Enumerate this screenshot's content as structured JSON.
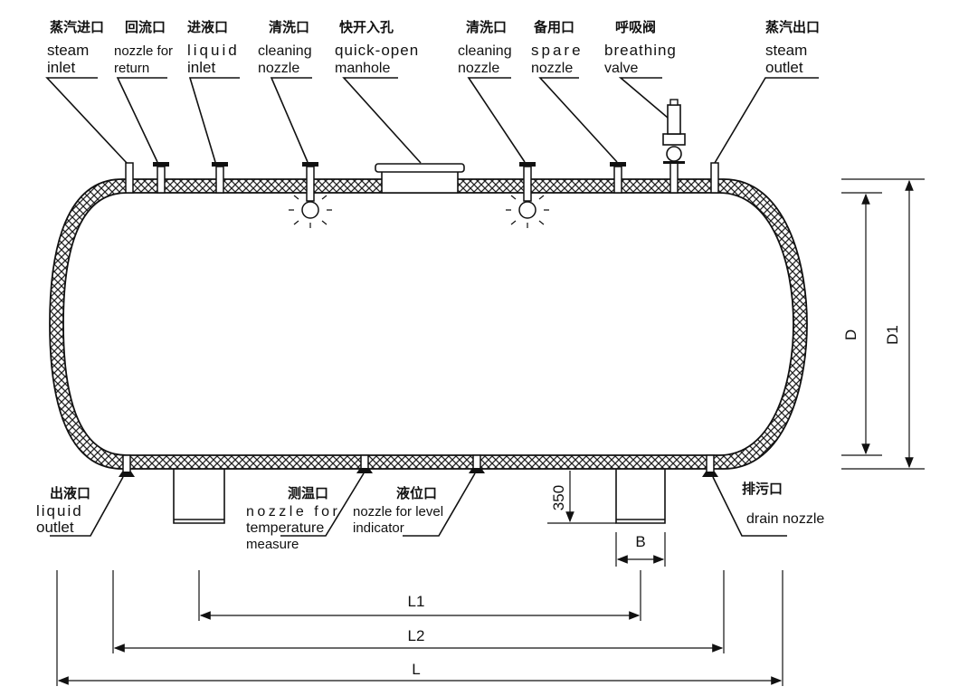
{
  "top_labels": [
    {
      "cn": "蒸汽进口",
      "en1": "steam",
      "en2": "inlet"
    },
    {
      "cn": "回流口",
      "en1": "nozzle for",
      "en2": "return"
    },
    {
      "cn": "进液口",
      "en1": "liquid",
      "en2": "inlet"
    },
    {
      "cn": "清洗口",
      "en1": "cleaning",
      "en2": "nozzle"
    },
    {
      "cn": "快开入孔",
      "en1": "quick-open",
      "en2": "manhole"
    },
    {
      "cn": "清洗口",
      "en1": "cleaning",
      "en2": "nozzle"
    },
    {
      "cn": "备用口",
      "en1": "spare",
      "en2": "nozzle"
    },
    {
      "cn": "呼吸阀",
      "en1": "breathing",
      "en2": "valve"
    },
    {
      "cn": "蒸汽出口",
      "en1": "steam",
      "en2": "outlet"
    }
  ],
  "bottom_labels": [
    {
      "cn": "出液口",
      "en1": "liquid",
      "en2": "outlet"
    },
    {
      "cn": "测温口",
      "en1": "nozzle for",
      "en2": "temperature",
      "en3": "measure"
    },
    {
      "cn": "液位口",
      "en1": "nozzle for level",
      "en2": "indicator"
    },
    {
      "cn": "排污口",
      "en1": "drain nozzle"
    }
  ],
  "dimensions": {
    "D": "D",
    "D1": "D1",
    "h350": "350",
    "B": "B",
    "L1": "L1",
    "L2": "L2",
    "L": "L"
  }
}
